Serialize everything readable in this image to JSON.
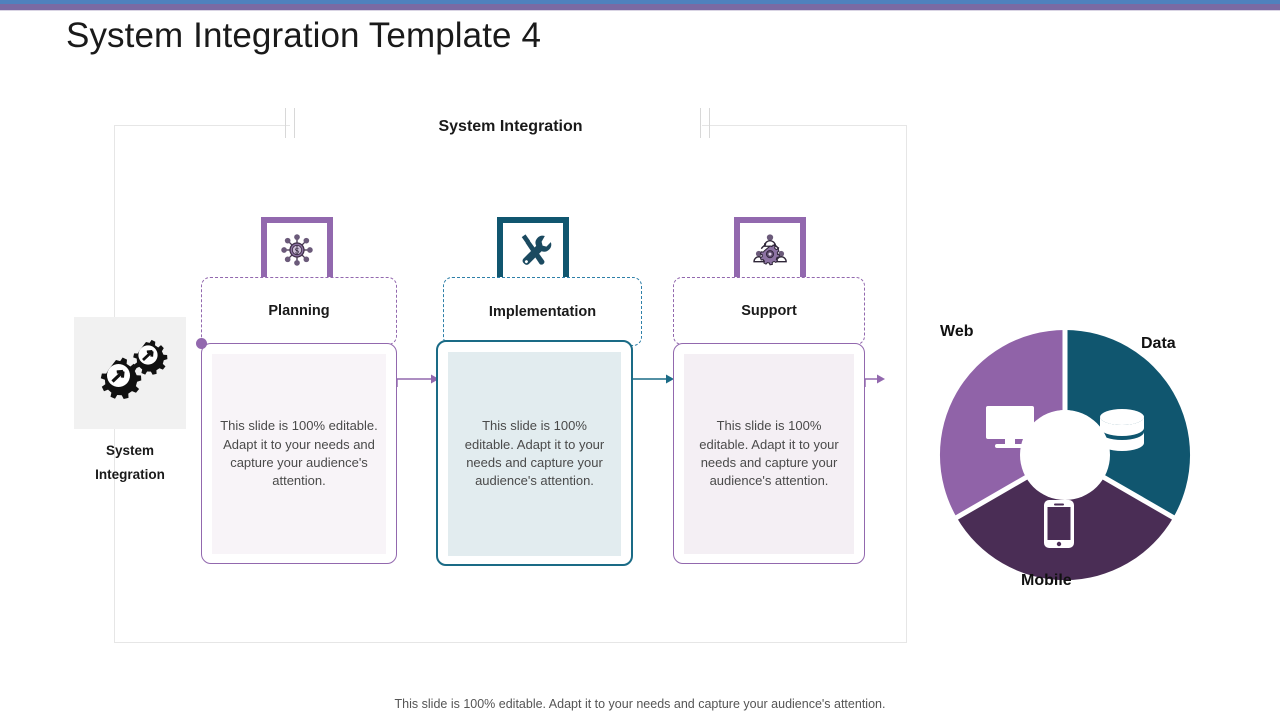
{
  "slide": {
    "title": "System Integration Template 4",
    "footer_note": "This slide is 100% editable. Adapt it to your needs and capture your audience's attention."
  },
  "diagram": {
    "frame_title": "System Integration",
    "left_block": {
      "icon": "gears-icon",
      "label_line1": "System",
      "label_line2": "Integration"
    },
    "columns": [
      {
        "icon": "network-hub-dollar-icon",
        "title": "Planning",
        "body": "This slide is 100% editable. Adapt it to your needs and capture your audience's attention.",
        "accent": "#9268ae",
        "fill": "#f8f4f8"
      },
      {
        "icon": "wrench-screwdriver-icon",
        "title": "Implementation",
        "body": "This slide is 100% editable. Adapt it to your needs and capture your audience's attention.",
        "accent": "#10566f",
        "fill": "#e2ecef"
      },
      {
        "icon": "team-gear-icon",
        "title": "Support",
        "body": "This slide is 100% editable. Adapt it to your needs and capture your audience's attention.",
        "accent": "#9268ae",
        "fill": "#f4eff4"
      }
    ]
  },
  "chart_data": {
    "type": "pie",
    "title": "",
    "variant": "donut",
    "categories": [
      "Web",
      "Data",
      "Mobile"
    ],
    "values": [
      33.3,
      33.3,
      33.3
    ],
    "colors": [
      "#9063a8",
      "#10566f",
      "#4a2d55"
    ],
    "icons": [
      "monitor-icon",
      "database-icon",
      "smartphone-icon"
    ],
    "legend_position": "outside-labels",
    "inner_radius_ratio": 0.45
  },
  "theme": {
    "top_bar_blue": "#4f81bd",
    "top_bar_purple": "#7a6aa3",
    "purple_accent": "#9268ae",
    "teal_accent": "#10566f",
    "frame_border": "#e6e6e6"
  }
}
